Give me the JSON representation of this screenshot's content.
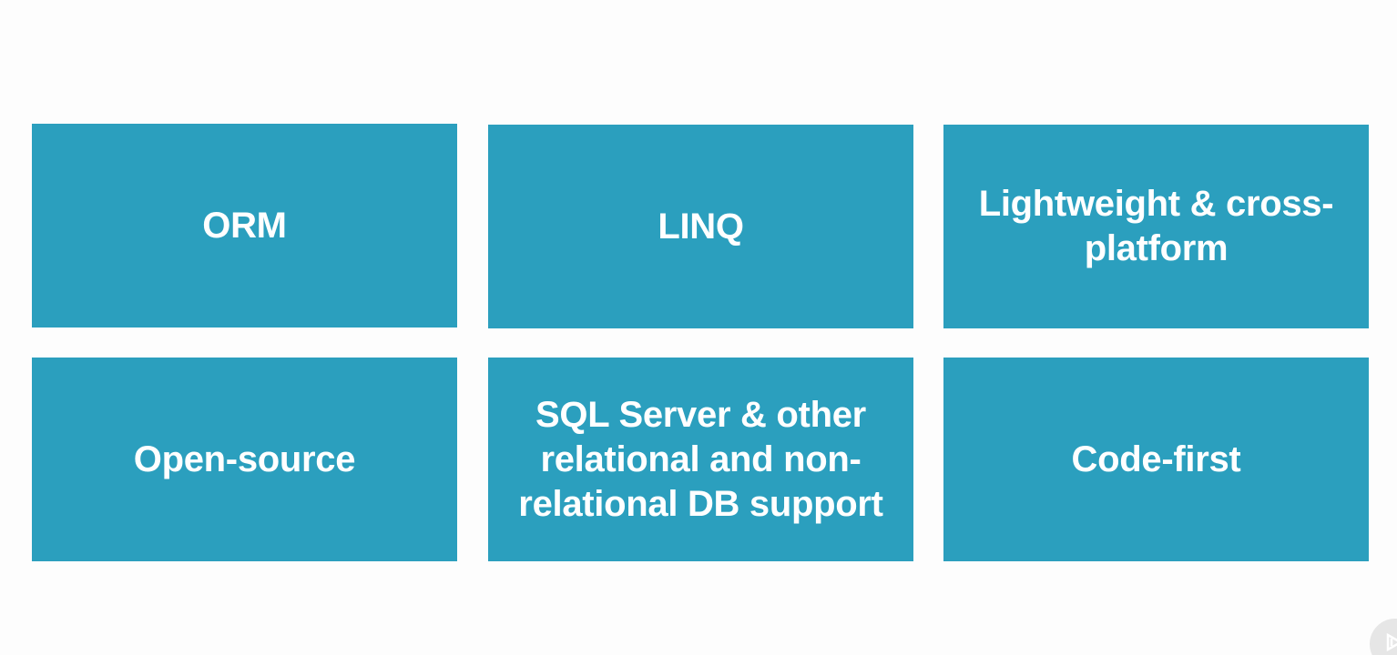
{
  "tiles": [
    {
      "label": "ORM"
    },
    {
      "label": "LINQ"
    },
    {
      "label": "Lightweight & cross-platform"
    },
    {
      "label": "Open-source"
    },
    {
      "label": "SQL Server & other relational and non-relational DB support"
    },
    {
      "label": "Code-first"
    }
  ],
  "colors": {
    "background": "#fdfdfd",
    "tile": "#2b9fbe",
    "tile_text": "#ffffff"
  },
  "icons": {
    "corner_logo": "play-logo-icon"
  }
}
